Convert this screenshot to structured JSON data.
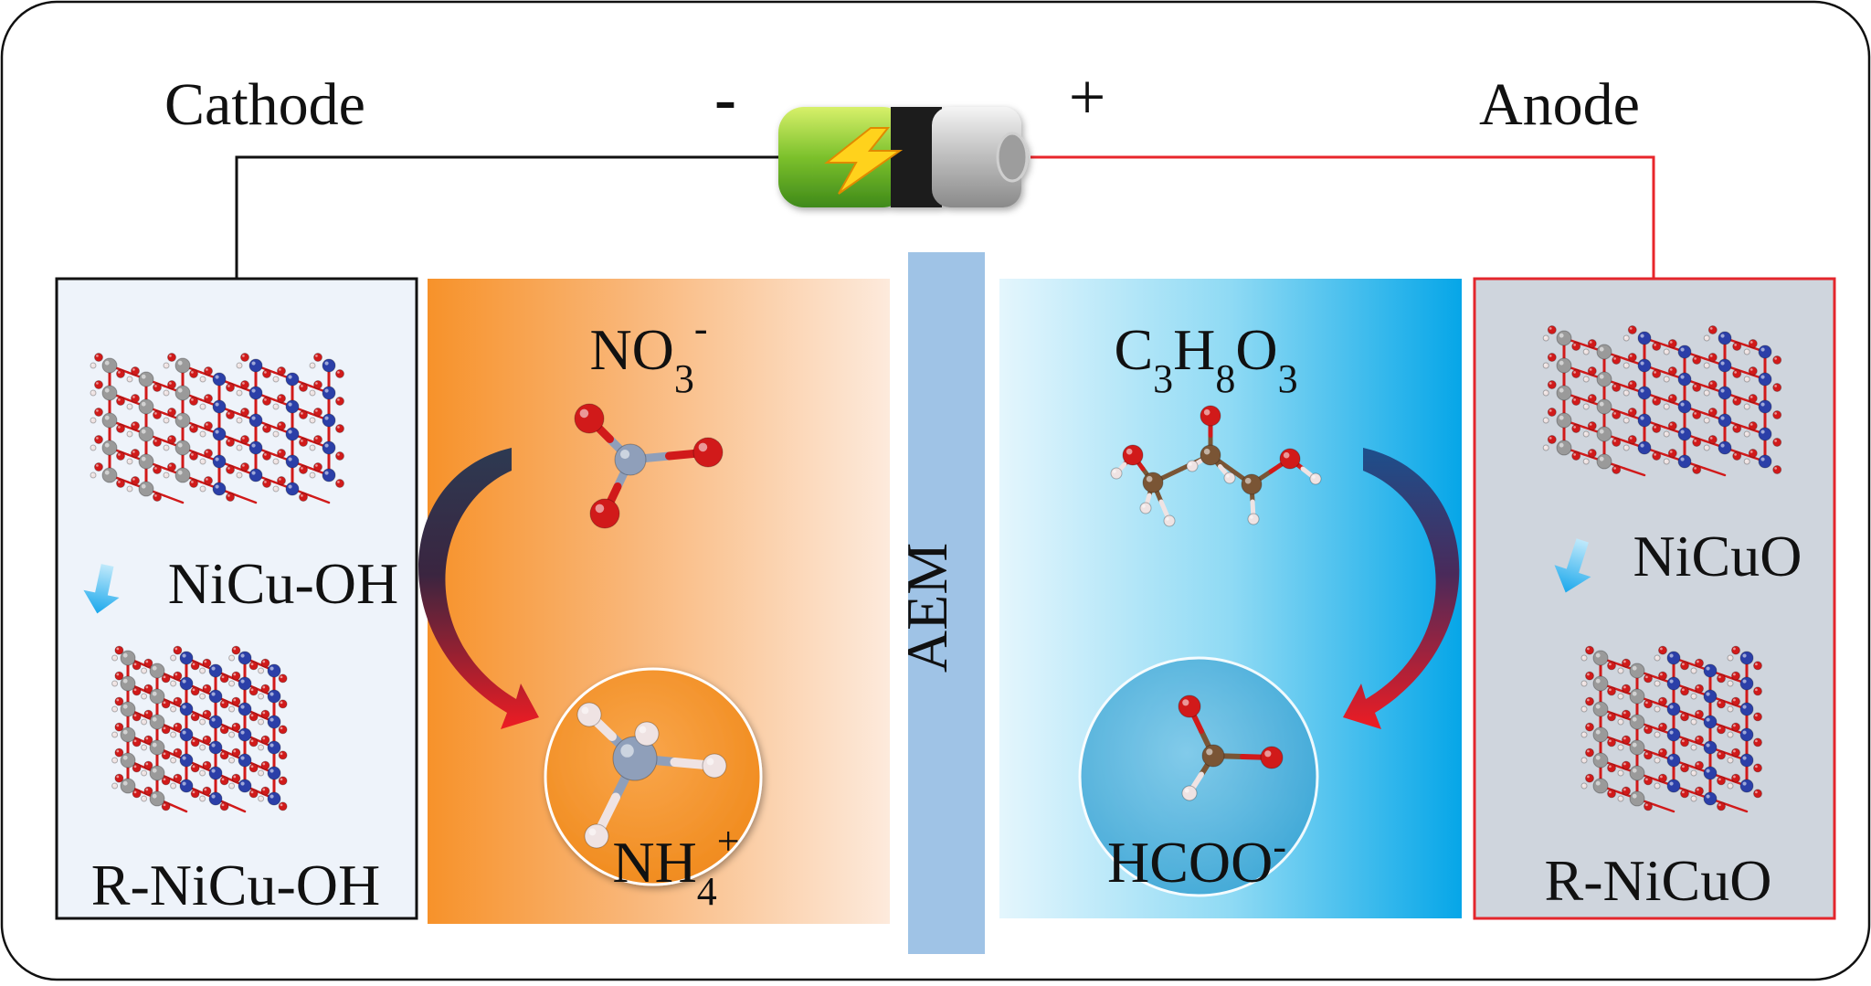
{
  "colors": {
    "cathode_wire": "#111111",
    "anode_wire": "#e8262b",
    "cathode_panel_bg": "#eef3fa",
    "anode_panel_bg": "#cfd5dd",
    "anode_panel_border": "#e3262c",
    "orange_chamber": "#f7932a",
    "blue_chamber": "#0aa7e6",
    "membrane": "#9fc3e6",
    "arrow_dark": "#2d3a52",
    "arrow_red": "#ee1c23",
    "arrow_light_blue": "#1fb0ee",
    "atom_O": "#d11a1a",
    "atom_N": "#8f9fba",
    "atom_H": "#efe3e3",
    "atom_C": "#7a5535",
    "atom_Ni": "#9a9a9a",
    "atom_Cu": "#2b3fa8"
  },
  "labels": {
    "cathode": "Cathode",
    "anode": "Anode",
    "minus": "-",
    "plus": "+",
    "membrane": "AEM"
  },
  "cathode_panel": {
    "top_material": "NiCu-OH",
    "bottom_material": "R-NiCu-OH"
  },
  "anode_panel": {
    "top_material": "NiCuO",
    "bottom_material": "R-NiCuO"
  },
  "cathode_chamber": {
    "reactant": {
      "base": "NO",
      "sub": "3",
      "sup": "-"
    },
    "product": {
      "base": "NH",
      "sub": "4",
      "sup": "+"
    }
  },
  "anode_chamber": {
    "reactant": {
      "parts": [
        "C",
        "3",
        "H",
        "8",
        "O",
        "3"
      ]
    },
    "product": {
      "base": "HCOO",
      "sup": "-"
    }
  },
  "icons": {
    "battery": "battery-icon",
    "lightning": "lightning-bolt-icon"
  }
}
